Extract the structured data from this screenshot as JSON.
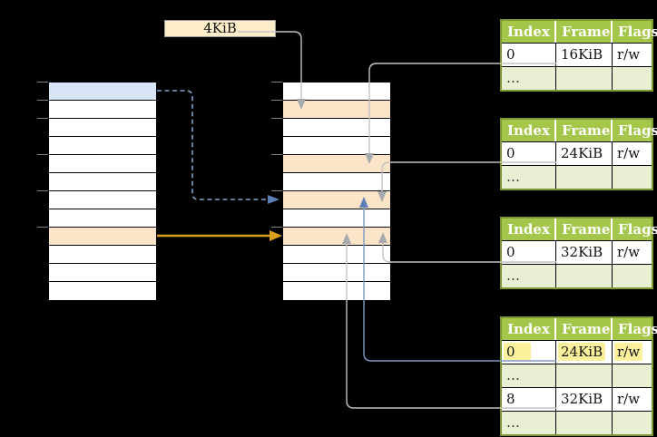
{
  "size_label": {
    "text": "4KiB"
  },
  "memory_columns": {
    "left": {
      "name": "virtual-memory",
      "rows": [
        "blue",
        "white",
        "white",
        "white",
        "white",
        "white",
        "white",
        "white",
        "orange",
        "white",
        "white",
        "white"
      ],
      "tick_rows": [
        0,
        1,
        2,
        4,
        6,
        8
      ]
    },
    "middle": {
      "name": "physical-memory",
      "rows": [
        "white",
        "orange",
        "white",
        "white",
        "orange",
        "white",
        "orange",
        "white",
        "orange",
        "white",
        "white",
        "white"
      ],
      "tick_rows": [
        0,
        1,
        2,
        4,
        6,
        8
      ]
    }
  },
  "page_tables": [
    {
      "headers": [
        "Index",
        "Frame",
        "Flags"
      ],
      "rows": [
        {
          "style": "data",
          "cells": [
            "0",
            "16KiB",
            "r/w"
          ],
          "highlighted": false
        },
        {
          "style": "ellipsis",
          "cells": [
            "…",
            "",
            ""
          ],
          "highlighted": false
        }
      ]
    },
    {
      "headers": [
        "Index",
        "Frame",
        "Flags"
      ],
      "rows": [
        {
          "style": "data",
          "cells": [
            "0",
            "24KiB",
            "r/w"
          ],
          "highlighted": false
        },
        {
          "style": "ellipsis",
          "cells": [
            "…",
            "",
            ""
          ],
          "highlighted": false
        }
      ]
    },
    {
      "headers": [
        "Index",
        "Frame",
        "Flags"
      ],
      "rows": [
        {
          "style": "data",
          "cells": [
            "0",
            "32KiB",
            "r/w"
          ],
          "highlighted": false
        },
        {
          "style": "ellipsis",
          "cells": [
            "…",
            "",
            ""
          ],
          "highlighted": false
        }
      ]
    },
    {
      "headers": [
        "Index",
        "Frame",
        "Flags"
      ],
      "rows": [
        {
          "style": "data",
          "cells": [
            "0",
            "24KiB",
            "r/w"
          ],
          "highlighted": true
        },
        {
          "style": "ellipsis",
          "cells": [
            "…",
            "",
            ""
          ],
          "highlighted": false
        },
        {
          "style": "data",
          "cells": [
            "8",
            "32KiB",
            "r/w"
          ],
          "highlighted": false
        },
        {
          "style": "ellipsis",
          "cells": [
            "…",
            "",
            ""
          ],
          "highlighted": false
        }
      ]
    }
  ],
  "arrows": [
    {
      "name": "arrow-size-label-to-frame-4kib",
      "style": "gray-solid"
    },
    {
      "name": "arrow-table1-to-frame-16kib",
      "style": "gray-solid"
    },
    {
      "name": "arrow-table2-to-frame-24kib",
      "style": "gray-solid"
    },
    {
      "name": "arrow-table3-to-frame-32kib",
      "style": "gray-solid"
    },
    {
      "name": "arrow-table4-to-frame-24kib",
      "style": "blue-solid"
    },
    {
      "name": "arrow-table4-to-frame-32kib",
      "style": "gray-solid"
    },
    {
      "name": "arrow-virtual-page-to-frame-24kib",
      "style": "blue-dashed"
    },
    {
      "name": "arrow-virtual-page-to-frame-32kib",
      "style": "orange-solid"
    }
  ],
  "colors": {
    "background": "#000000",
    "table_header_green": "#a4c74b",
    "table_border_green": "#7d9a32",
    "ellipsis_row_green": "#e8efd3",
    "physical_frame_orange": "#fce4c9",
    "virtual_page_blue": "#d8e5f6",
    "size_label_cream": "#fdedc8",
    "highlight_yellow": "#fbf19d",
    "arrow_orange": "#dc9e1d",
    "arrow_blue": "#7d9bc8",
    "arrow_blue_dashed": "#83a3d2",
    "arrow_gray": "#c3c3c3"
  }
}
